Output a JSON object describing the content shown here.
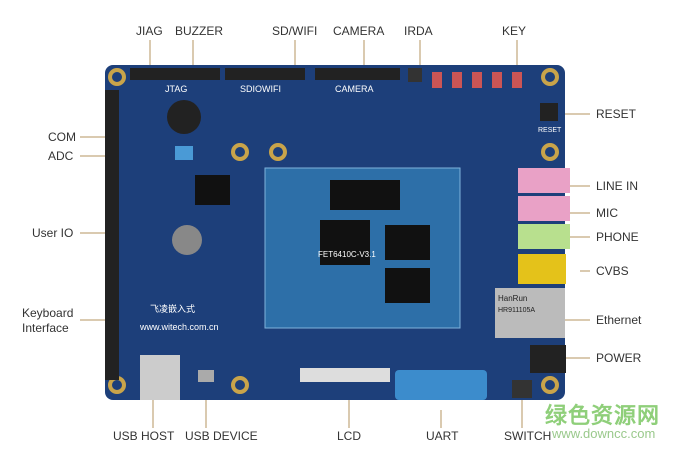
{
  "top_labels": [
    "JIAG",
    "BUZZER",
    "SD/WIFI",
    "CAMERA",
    "IRDA",
    "KEY"
  ],
  "left_labels": [
    "COM",
    "ADC",
    "User IO",
    "Keyboard",
    "Interface"
  ],
  "right_labels": [
    "RESET",
    "LINE IN",
    "MIC",
    "PHONE",
    "CVBS",
    "Ethernet",
    "POWER"
  ],
  "bottom_labels": [
    "USB HOST",
    "USB DEVICE",
    "LCD",
    "UART",
    "SWITCH"
  ],
  "board": {
    "module_name": "FET6410C-V3.1",
    "silk_brand": "飞凌嵌入式",
    "silk_url": "www.witech.com.cn",
    "silk_jtag": "JTAG",
    "silk_sdio": "SDIOWIFI",
    "silk_camera": "CAMERA",
    "silk_reset": "RESET",
    "eth_brand": "HanRun",
    "eth_part": "HR911105A"
  },
  "watermark": {
    "title": "绿色资源网",
    "url": "www.downcc.com"
  },
  "colors": {
    "board": "#1d3f7a",
    "module": "#2d6fa8",
    "leader": "#cdb896"
  }
}
